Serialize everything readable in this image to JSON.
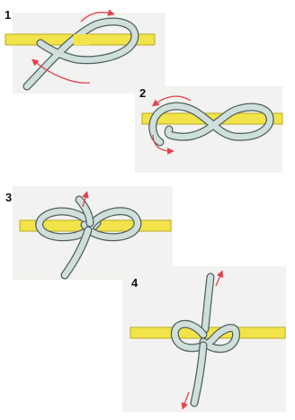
{
  "steps": [
    {
      "number": "1"
    },
    {
      "number": "2"
    },
    {
      "number": "3"
    },
    {
      "number": "4"
    }
  ],
  "colors": {
    "pole": "#f2e34a",
    "pole_edge": "#b9ab1c",
    "rope": "#cfe0dc",
    "rope_edge": "#4f5f5d",
    "arrow": "#e5404f",
    "panel": "#f2f2f0"
  }
}
